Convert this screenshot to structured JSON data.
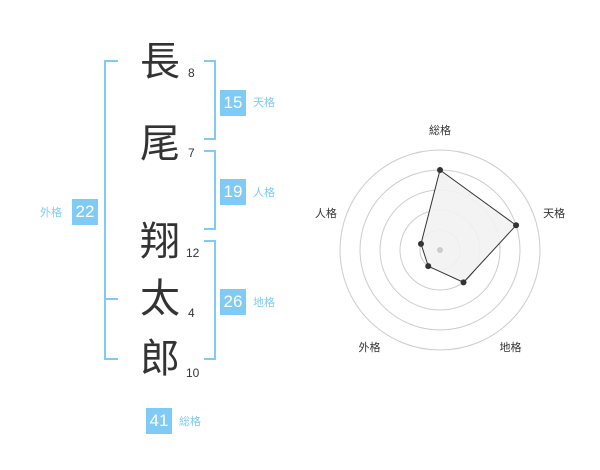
{
  "name_chars": [
    {
      "char": "長",
      "strokes": "8"
    },
    {
      "char": "尾",
      "strokes": "7"
    },
    {
      "char": "翔",
      "strokes": "12"
    },
    {
      "char": "太",
      "strokes": "4"
    },
    {
      "char": "郎",
      "strokes": "10"
    }
  ],
  "fortunes": {
    "tenkaku": {
      "value": "15",
      "label": "天格"
    },
    "jinkaku": {
      "value": "19",
      "label": "人格"
    },
    "chikaku": {
      "value": "26",
      "label": "地格"
    },
    "gaikaku": {
      "value": "22",
      "label": "外格"
    },
    "soukaku": {
      "value": "41",
      "label": "総格"
    }
  },
  "colors": {
    "accent": "#7fcbf5",
    "text": "#333333",
    "grid": "#cccccc",
    "fill": "#f2f2f2",
    "line": "#333333"
  },
  "chart_data": {
    "type": "radar",
    "axes": [
      "総格",
      "天格",
      "地格",
      "外格",
      "人格"
    ],
    "values": [
      4,
      4,
      2,
      1,
      1
    ],
    "max": 5
  }
}
